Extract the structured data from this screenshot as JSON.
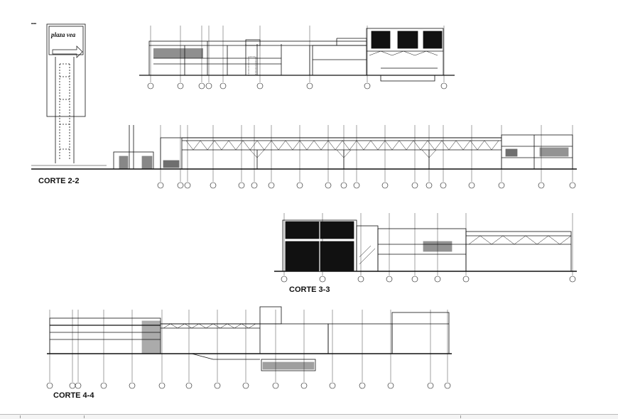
{
  "drawing": {
    "sections": [
      {
        "id": "corte-2-2",
        "title": "CORTE 2-2"
      },
      {
        "id": "corte-3-3",
        "title": "CORTE 3-3"
      },
      {
        "id": "corte-4-4",
        "title": "CORTE 4-4"
      }
    ],
    "sign_brand": "plaza vea"
  },
  "colors": {
    "line": "#111111",
    "background": "#ffffff",
    "fill_dark": "#1a1a1a"
  }
}
